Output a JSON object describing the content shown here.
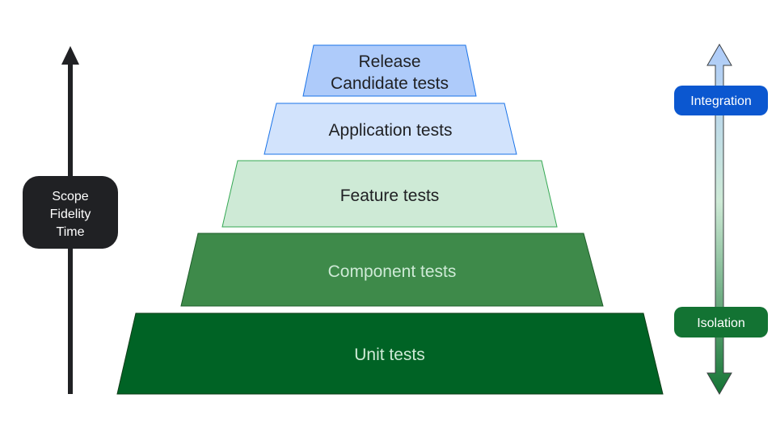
{
  "left_axis": {
    "label_lines": [
      "Scope",
      "Fidelity",
      "Time"
    ],
    "direction": "up"
  },
  "pyramid": {
    "tiers": [
      {
        "lines": [
          "Release",
          "Candidate tests"
        ],
        "fill": "#aecbfa",
        "stroke": "#1a73e8",
        "text_color": "#202124"
      },
      {
        "lines": [
          "Application tests"
        ],
        "fill": "#d2e3fc",
        "stroke": "#1a73e8",
        "text_color": "#202124"
      },
      {
        "lines": [
          "Feature tests"
        ],
        "fill": "#ceead6",
        "stroke": "#34a853",
        "text_color": "#202124"
      },
      {
        "lines": [
          "Component tests"
        ],
        "fill": "#3e8a4a",
        "stroke": "#1e5e2a",
        "text_color": "#ceead6"
      },
      {
        "lines": [
          "Unit tests"
        ],
        "fill": "#006325",
        "stroke": "#0d3d17",
        "text_color": "#ceead6"
      }
    ]
  },
  "right_axis": {
    "top_label": "Integration",
    "top_color": "#0b57d0",
    "bottom_label": "Isolation",
    "bottom_color": "#137333",
    "gradient": [
      "#aecbfa",
      "#ceead6",
      "#137333"
    ]
  }
}
